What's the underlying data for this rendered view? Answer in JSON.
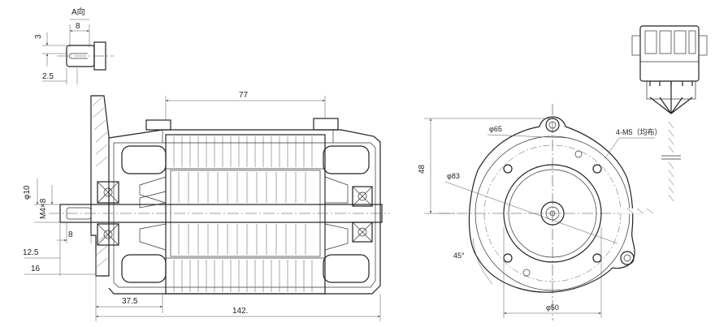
{
  "view_label": "A向",
  "dimensions": {
    "key_width": "8",
    "key_depth": "3",
    "key_offset": "2.5",
    "stator_length": "77",
    "shaft_diameter": "φ10",
    "thread": "M4×8",
    "key_length": "8",
    "shaft_step": "12.5",
    "shaft_extension": "16",
    "flange_offset": "37.5",
    "overall_length": "142.",
    "center_height": "48",
    "hole_circle_1": "φ65",
    "hole_circle_2": "φ83",
    "mount_holes": "4-M5（均布）",
    "angle": "45°",
    "pilot_diameter": "φ50"
  }
}
